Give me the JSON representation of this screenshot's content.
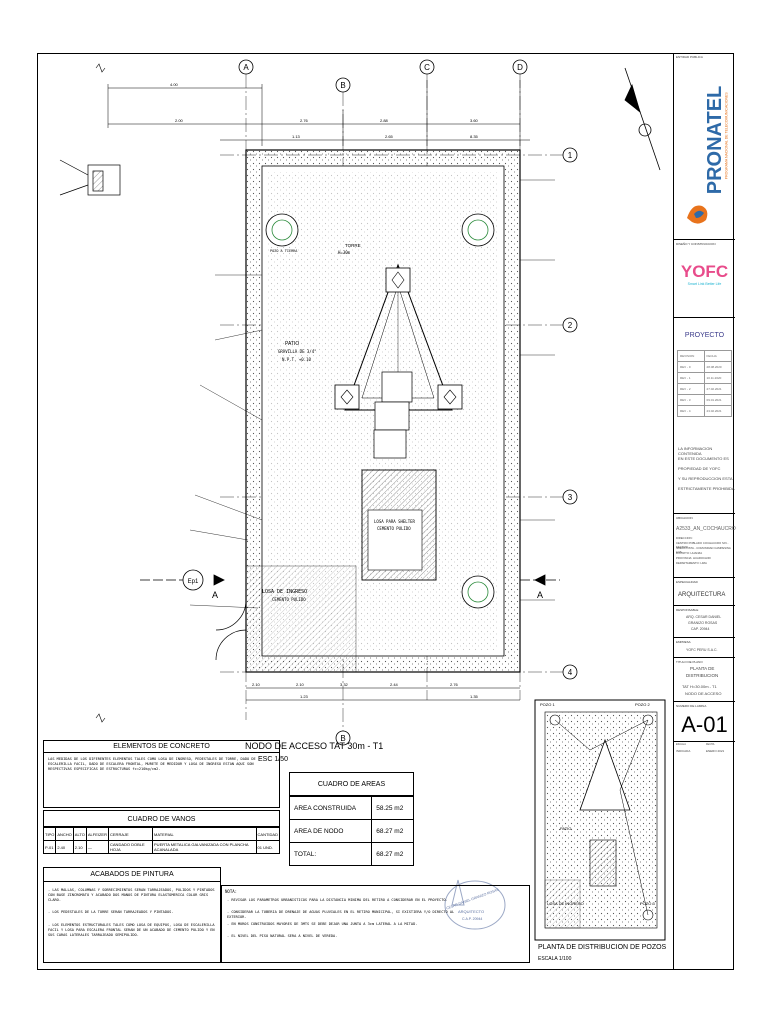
{
  "drawing": {
    "main_title": "NODO DE ACCESO TAT 30m - T1",
    "main_scale": "ESC 1/50",
    "secondary_title": "PLANTA DE DISTRIBUCION DE POZOS",
    "secondary_scale": "ESCALA 1/100",
    "axes": {
      "letters": [
        "A",
        "B",
        "C",
        "D"
      ],
      "numbers": [
        "1",
        "2",
        "3",
        "4"
      ],
      "cut": "A",
      "entry": "Ep1"
    },
    "dims_top": [
      "4.00",
      "2.00",
      "2.76",
      "2.88",
      "3.60",
      "1.13",
      "2.65",
      "8.35"
    ],
    "dims_bottom": [
      "2.10",
      "2.10",
      "3.32",
      "2.44",
      "2.76",
      "1.23",
      "1.35"
    ],
    "labels": {
      "patio": "PATIO",
      "patio_sub": "GRAVILLA DE 3/4\"",
      "patio_level": "N.P.T. +0.10",
      "torre": "TORRE",
      "torre_sub": "H=30m",
      "losa_ingreso": "LOSA DE INGRESO",
      "losa_ingreso_sub": "CEMENTO PULIDO",
      "losa_equipos": "LOSA PARA SHELTER",
      "losa_equipos_sub": "CEMENTO PULIDO",
      "pozo_tierra": "POZO A TIERRA",
      "pozo_mini_1": "POZO 1",
      "pozo_mini_2": "POZO 2",
      "pozo_mini_3": "POZO 3",
      "losa_mini": "LOSA DE INGRESO",
      "patio_mini": "PATIO"
    }
  },
  "concrete_elements": {
    "title": "ELEMENTOS DE CONCRETO",
    "text": "LAS MEDIDAS DE LOS DIFERENTES ELEMENTOS TALES COMO LOSA DE INGRESO, PEDESTALES DE TORRE, DADO DE ESCALERILLA FACIL, DADO DE ESCALERA FRONTAL, MURETE DE MEDIDOR Y LOSA DE INGRESO ESTAN AQUI SON RESPECTIVAS ESPECIFICAS DE ESTRUCTURAS fc=210kg/cm2."
  },
  "vanos": {
    "title": "CUADRO DE VANOS",
    "headers": [
      "TIPO",
      "ANCHO",
      "ALTO",
      "ALFEIZER",
      "CERRAJE",
      "MATERIAL",
      "CANTIDAD"
    ],
    "row": [
      "P-01",
      "2.40",
      "2.10",
      "—",
      "CANDADO DOBLE HOJA",
      "PUERTA METALICA GALVANIZADA CON PLANCHA ACANALADA",
      "01 UND."
    ]
  },
  "pintura": {
    "title": "ACABADOS DE PINTURA",
    "lines": [
      "- LAS MALLAS, COLUMNAS Y SOBRECIMIENTOS SERAN TARRAJEADOS, PULIDOS Y PINTADOS CON BASE ZINCROMATO Y ACABADO DOS MANOS DE PINTURA ELASTOMERICA COLOR GRIS CLARO.",
      "- LOS PEDESTALES DE LA TORRE SERAN TARRAJEADOS Y PINTADOS.",
      "- LOS ELEMENTOS ESTRUCTURALES TALES COMO LOSA DE EQUIPOS, LOSA DE ESCALERILLA FACIL Y LOSA PARA ESCALERA FRONTAL SERAN DE UN ACABADO DE CEMENTO PULIDO Y EN SUS CARAS LATERALES TARRAJEADO SEMIPULIDO."
    ]
  },
  "notas": {
    "title": "NOTA:",
    "lines": [
      "- REVISAR LOS PARAMETROS URBANISTICOS PARA LA DISTANCIA MINIMA DEL RETIRO A CONSIDERAR EN EL PROYECTO.",
      "- CONSIDERAR LA TUBERIA DE DRENAJE DE AGUAS PLUVIALES EN EL RETIRO MUNICIPAL, SI EXISTIERA Y/O DIRECTO AL EXTERIOR.",
      "- EN MUROS CONSTRUIDOS MAYORES DE 3MTS SE DEBE DEJAR UNA JUNTA A 3cm LATERAL A LA MITAD.",
      "- EL NIVEL DEL PISO NATURAL SERA A NIVEL DE VEREDA."
    ]
  },
  "areas": {
    "title": "CUADRO DE AREAS",
    "rows": [
      {
        "label": "AREA CONSTRUIDA",
        "value": "58.25 m2"
      },
      {
        "label": "AREA DE NODO",
        "value": "68.27 m2"
      },
      {
        "label": "TOTAL:",
        "value": "68.27 m2"
      }
    ]
  },
  "stamp": {
    "name": "CESAR DANIEL GRANIZO ROSAS",
    "role": "ARQUITECTO",
    "reg": "C.A.P. 20944"
  },
  "title_block": {
    "entity_label": "ENTIDAD PUBLICA",
    "brand": "PRONATEL",
    "brand_sub": "PROGRAMA NACIONAL DE TELECOMUNICACIONES",
    "contractor_label": "DISEÑO Y CONSTRUCCION",
    "contractor": "YOFC",
    "contractor_sub": "Smart Link Better Life",
    "project_label": "PROYECTO",
    "revision_headers": [
      "REVISION",
      "FECHA"
    ],
    "revisions": [
      [
        "REV - 0",
        "28.08.2020"
      ],
      [
        "REV - 1",
        "10.11.2020"
      ],
      [
        "REV - 2",
        "27.02.2021"
      ],
      [
        "REV - 3",
        "09.01.2021"
      ],
      [
        "REV - 4",
        "23.02.2021"
      ]
    ],
    "confidential": [
      "LA INFORMACION CONTENIDA",
      "EN ESTE DOCUMENTO ES",
      "PROPIEDAD DE YOFC",
      "Y SU REPRODUCCION ESTA",
      "ESTRICTAMENTE PROHIBIDA"
    ],
    "location_label": "UBICACION",
    "location": "A2533_AN_COCHAUCRO",
    "location_lines": [
      "DIRECCION:",
      "CENTRO POBLADO COCHAUCRO S/N - SECTOR",
      "NUEVA VISTA - COMUNIDAD CAMPESINA LOS",
      "DISTRITO: HUANZA",
      "PROVINCIA: HUAROCHIRI",
      "DEPARTAMENTO: LIMA"
    ],
    "specialty_label": "ESPECIALIDAD",
    "specialty": "ARQUITECTURA",
    "responsible_label": "RESPONSABLE",
    "responsible": [
      "ARQ. CESAR DANIEL",
      "GRANIZO ROSAS",
      "CAP. 20944"
    ],
    "company_label": "EMPRESA",
    "company": "YOFC PERU S.A.C.",
    "plan_label": "TITULO DE PLANO",
    "plan_title": [
      "PLANTA DE",
      "DISTRIBUCION",
      "",
      "TAT H=30.00m - T1",
      "NODO DE ACCESO"
    ],
    "sheet_label": "NUMERO DE LAMINA",
    "sheet": "A-01",
    "scale_label": "ESCALA",
    "scale": "INDICADA",
    "date_label": "FECHA",
    "date": "ENERO 2021"
  },
  "colors": {
    "line": "#000000",
    "cyan": "#1bb3d1",
    "orange": "#e8731c",
    "green": "#2a8a3a",
    "pronatel": "#2e6aa8"
  }
}
